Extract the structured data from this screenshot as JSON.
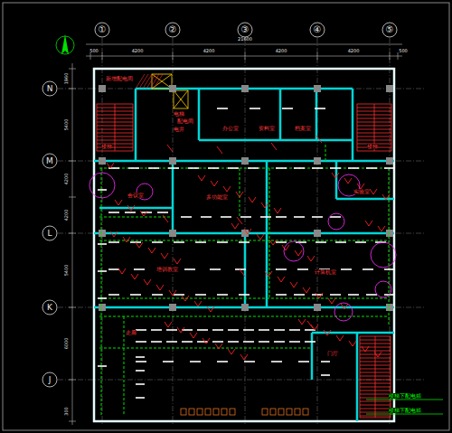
{
  "diagram": {
    "labels": [
      "①",
      "②",
      "③",
      "④",
      "⑤",
      "N",
      "M",
      "L",
      "K",
      "J",
      "500",
      "4200",
      "4200",
      "4200",
      "4200",
      "500",
      "21600",
      "1960",
      "5400",
      "4200",
      "4200",
      "5400",
      "6000",
      "300",
      "新增配电间",
      "电梯",
      "配电间",
      "电井",
      "办公室",
      "资料室",
      "档案室",
      "楼梯",
      "楼梯",
      "会议室",
      "多功能室",
      "实验室",
      "培训教室",
      "计算机室",
      "走廊",
      "门厅",
      "楼梯下配电箱",
      "楼梯下配电箱"
    ]
  }
}
